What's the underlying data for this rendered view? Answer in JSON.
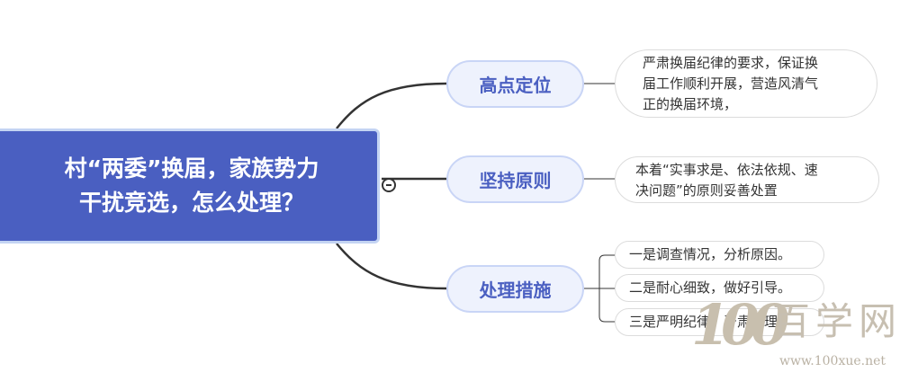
{
  "root": {
    "text": "村“两委”换届，家族势力\n干扰竞选，怎么处理？"
  },
  "branches": [
    {
      "label": "高点定位",
      "leaves": [
        "严肃换届纪律的要求，保证换\n届工作顺利开展，营造风清气\n正的换届环境，"
      ]
    },
    {
      "label": "坚持原则",
      "leaves": [
        "本着“实事求是、依法依规、速\n决问题”的原则妥善处置"
      ]
    },
    {
      "label": "处理措施",
      "leaves": [
        "一是调查情况，分析原因。",
        "二是耐心细致，做好引导。",
        "三是严明纪律，严肃处理。"
      ]
    }
  ],
  "watermark": {
    "number": "100",
    "brand": "百学网",
    "url": "www.100xue.net"
  },
  "colors": {
    "root_fill": "#4a5fc1",
    "branch_fill": "#eef2fd",
    "branch_text": "#4a5fc1",
    "line": "#333333"
  }
}
